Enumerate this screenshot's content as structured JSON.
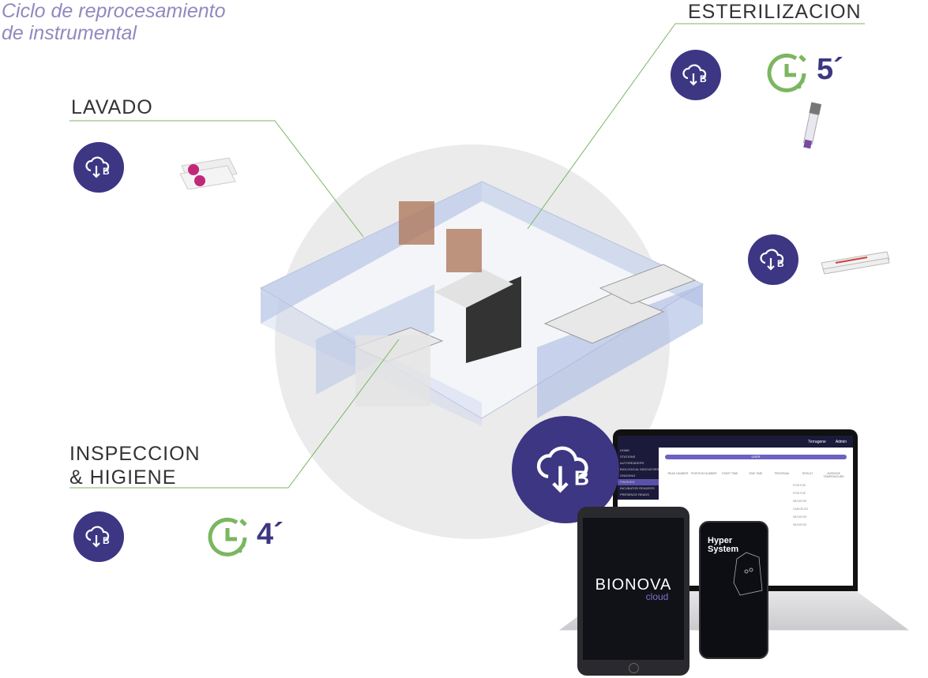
{
  "title": {
    "line1": "Ciclo de reprocesamiento",
    "line2": "de instrumental"
  },
  "stages": {
    "lavado": {
      "label": "LAVADO"
    },
    "esterilizacion": {
      "label": "ESTERILIZACION",
      "time": "5´"
    },
    "inspeccion": {
      "line1": "INSPECCION",
      "line2": "& HIGIENE",
      "time": "4´"
    }
  },
  "colors": {
    "brand": "#3d3683",
    "accent": "#7bb661",
    "title": "#9189c0",
    "circle": "#ebebeb"
  },
  "icons": {
    "cloud": "cloud-download-b-icon",
    "clock": "clock-icon"
  },
  "laptop": {
    "brand": "Terragene",
    "user": "Admin",
    "header_bar": "USER",
    "sidebar": [
      "HOME",
      "STATIONS",
      "AUTOREADERS",
      "BIOLOGICAL INDICATORS",
      "ONGOING",
      "FINISHED",
      "INCUBATOR READERS",
      "PRESENCE READS"
    ],
    "columns": [
      "READ NUMBER",
      "POSITION NUMBER",
      "START TIME",
      "END TIME",
      "PROGRAM",
      "RESULT",
      "AVERAGE TEMPERATURE"
    ],
    "results": [
      "POSITIVE",
      "POSITIVE",
      "NEGATIVE",
      "CANCELED",
      "NEGATIVE",
      "NEGATIVE"
    ]
  },
  "tablet": {
    "brand": "BIONOVA",
    "sub": "cloud"
  },
  "phone": {
    "title1": "Hyper",
    "title2": "System"
  }
}
